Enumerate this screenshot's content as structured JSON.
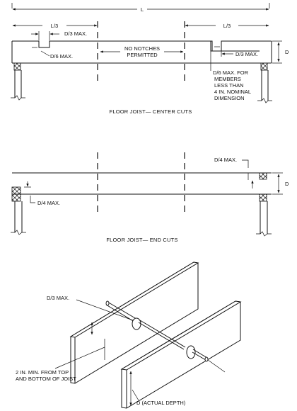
{
  "center": {
    "span": "L",
    "third_left": "L/3",
    "third_right": "L/3",
    "depth": "D",
    "notch_depth_left": "D/3 MAX.",
    "notch_depth_right": "D/3 MAX.",
    "notch_width_left": "D/6 MAX.",
    "no_notch": [
      "NO NOTCHES",
      "PERMITTED"
    ],
    "note": [
      "D/6 MAX. FOR",
      "MEMBERS",
      "LESS THAN",
      "4 IN. NOMINAL",
      "DIMENSION"
    ],
    "caption": "FLOOR JOIST— CENTER CUTS"
  },
  "end": {
    "top_label": "D/4 MAX.",
    "bottom_label": "D/4 MAX.",
    "depth": "D",
    "caption": "FLOOR JOIST— END CUTS"
  },
  "bore": {
    "hole_label": "D/3 MAX.",
    "edge_note": [
      "2 IN. MIN. FROM TOP",
      "AND BOTTOM OF JOIST"
    ],
    "depth_label": "D  (ACTUAL DEPTH)"
  }
}
